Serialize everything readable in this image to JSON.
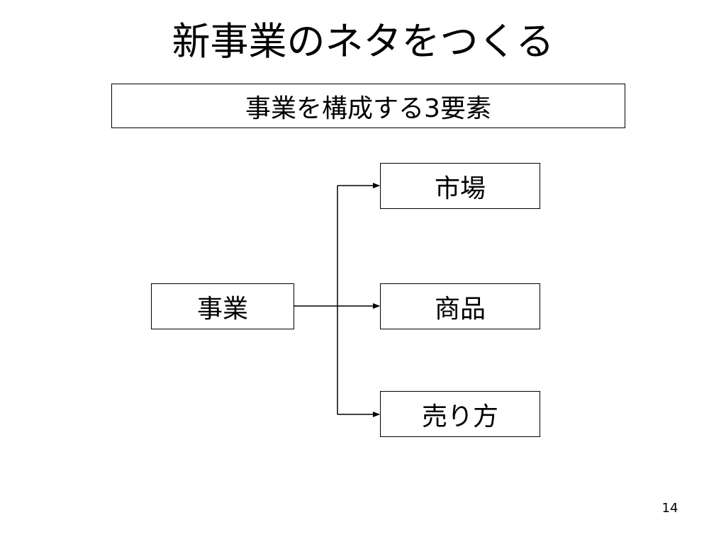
{
  "slide": {
    "title": "新事業のネタをつくる",
    "subtitle": "事業を構成する3要素",
    "page_number": "14"
  },
  "diagram": {
    "root": "事業",
    "children": [
      "市場",
      "商品",
      "売り方"
    ]
  }
}
